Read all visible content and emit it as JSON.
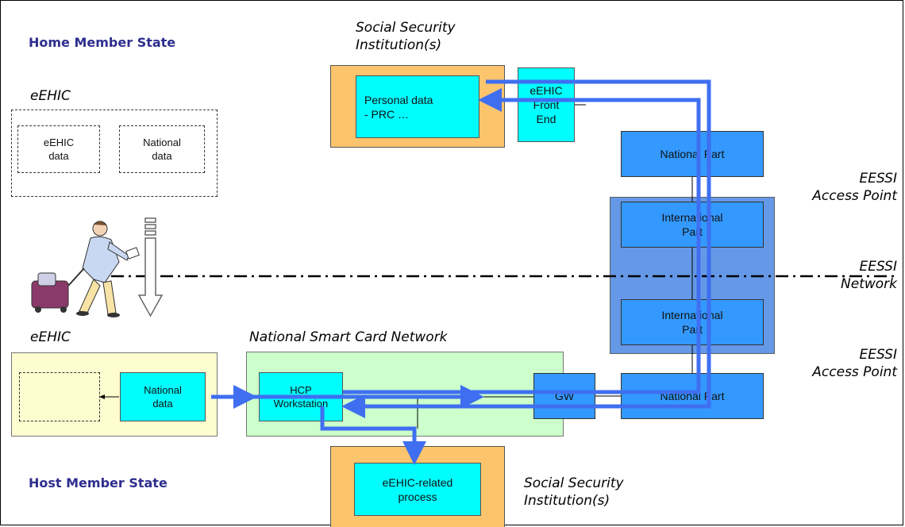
{
  "labels": {
    "home_state": "Home Member State",
    "host_state": "Host Member State",
    "ssi_top": "Social Security\nInstitution(s)",
    "ssi_bottom": "Social Security\nInstitution(s)",
    "ehic_top": "eEHIC",
    "ehic_bottom": "eEHIC",
    "eessi_ap_top": "EESSI\nAccess Point",
    "eessi_network": "EESSI\nNetwork",
    "eessi_ap_bottom": "EESSI\nAccess Point",
    "smart_card_network": "National Smart Card Network"
  },
  "boxes": {
    "personal_data": "Personal data\n- PRC …",
    "front_end": "eEHIC\nFront\nEnd",
    "ehic_data": "eEHIC\ndata",
    "national_data_top": "National\ndata",
    "national_part_top": "National Part",
    "international_part_top": "International\nPart",
    "international_part_bottom": "International\nPart",
    "national_part_bottom": "National Part",
    "national_data_bottom": "National\ndata",
    "hcp_workstation": "HCP\nWorkstation",
    "gw": "GW",
    "ehic_process": "eEHIC-related\nprocess"
  },
  "colors": {
    "flow_line": "#3f6ff0",
    "state_label": "#2e2e8f",
    "orange": "#fcc46c",
    "cyan": "#00fefe",
    "blue": "#3399ff",
    "light_yellow": "#fdfdd0",
    "light_green": "#ccffcc"
  },
  "icons": {
    "traveler": "traveler-with-luggage-clipart",
    "down_arrow": "hollow-down-arrow"
  }
}
